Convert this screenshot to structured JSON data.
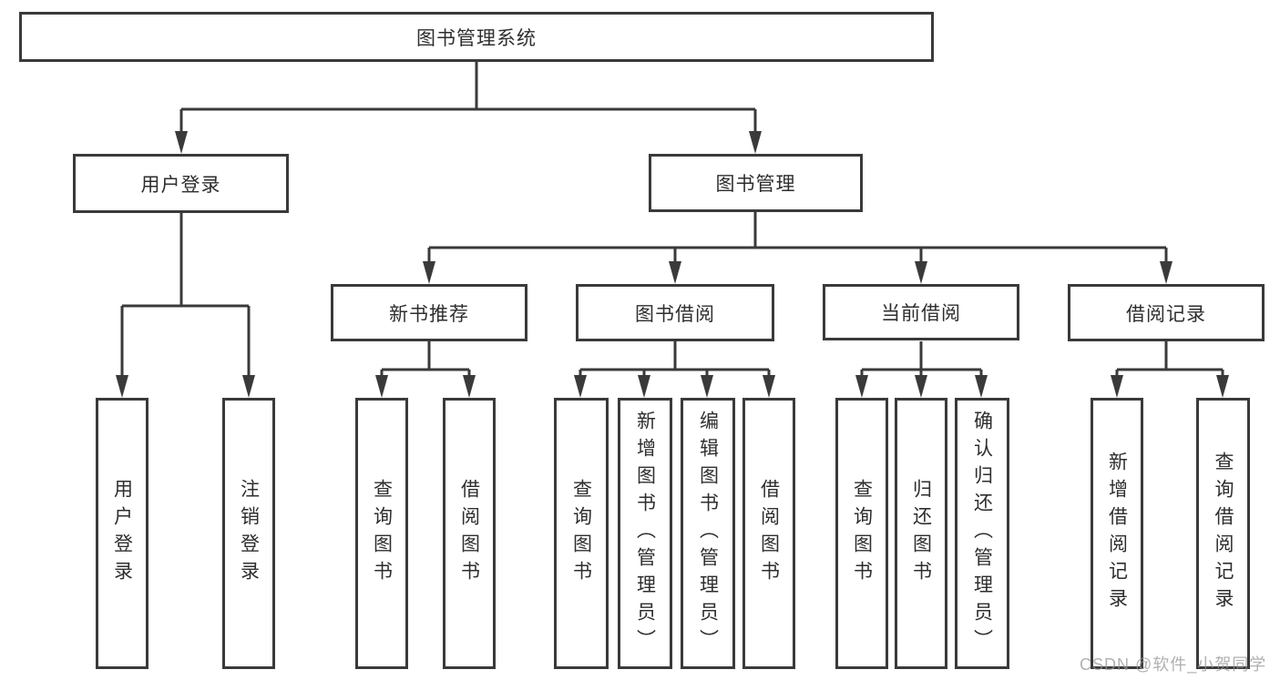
{
  "tree": {
    "label": "图书管理系统",
    "children": [
      {
        "label": "用户登录",
        "children": [
          {
            "label": "用户登录"
          },
          {
            "label": "注销登录"
          }
        ]
      },
      {
        "label": "图书管理",
        "children": [
          {
            "label": "新书推荐",
            "children": [
              {
                "label": "查询图书"
              },
              {
                "label": "借阅图书"
              }
            ]
          },
          {
            "label": "图书借阅",
            "children": [
              {
                "label": "查询图书"
              },
              {
                "label": "新增图书（管理员）"
              },
              {
                "label": "编辑图书（管理员）"
              },
              {
                "label": "借阅图书"
              }
            ]
          },
          {
            "label": "当前借阅",
            "children": [
              {
                "label": "查询图书"
              },
              {
                "label": "归还图书"
              },
              {
                "label": "确认归还（管理员）"
              }
            ]
          },
          {
            "label": "借阅记录",
            "children": [
              {
                "label": "新增借阅记录"
              },
              {
                "label": "查询借阅记录"
              }
            ]
          }
        ]
      }
    ]
  },
  "watermark": "CSDN @软件_小贺同学",
  "colors": {
    "line": "#3a3a3a",
    "text": "#2e2e2e",
    "background": "#ffffff",
    "watermark": "#9a9a9a"
  }
}
